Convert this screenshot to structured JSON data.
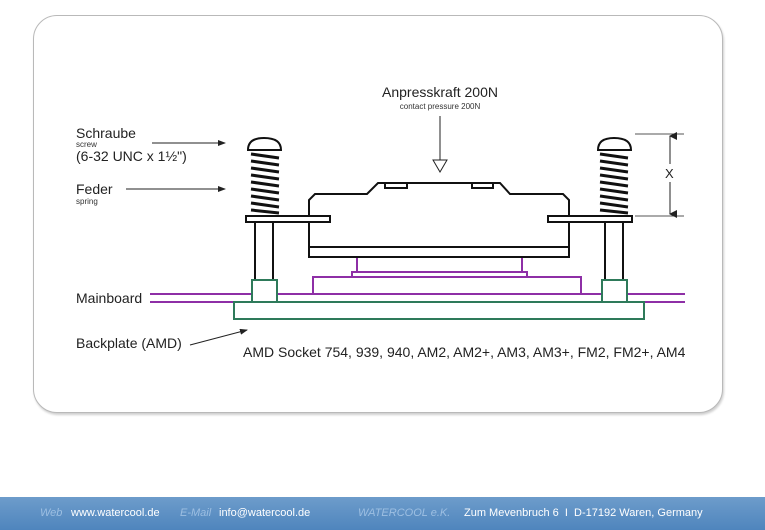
{
  "diagram": {
    "force_label": "Anpresskraft 200N",
    "force_sublabel": "contact pressure 200N",
    "screw_label": "Schraube",
    "screw_sublabel": "screw",
    "screw_spec": "(6-32 UNC x 1½\")",
    "spring_label": "Feder",
    "spring_sublabel": "spring",
    "mainboard_label": "Mainboard",
    "backplate_label": "Backplate (AMD)",
    "socket_label": "AMD Socket 754, 939, 940, AM2, AM2+, AM3, AM3+, FM2, FM2+, AM4",
    "dimension_label": "X",
    "colors": {
      "cpu": "#8e2fa6",
      "backplate": "#2e7a5a",
      "outline": "#111111"
    }
  },
  "footer": {
    "web_label": "Web",
    "web": "www.watercool.de",
    "email_label": "E-Mail",
    "email": "info@watercool.de",
    "company": "WATERCOOL e.K.",
    "address": "Zum Mevenbruch 6  I  D-17192 Waren, Germany"
  }
}
